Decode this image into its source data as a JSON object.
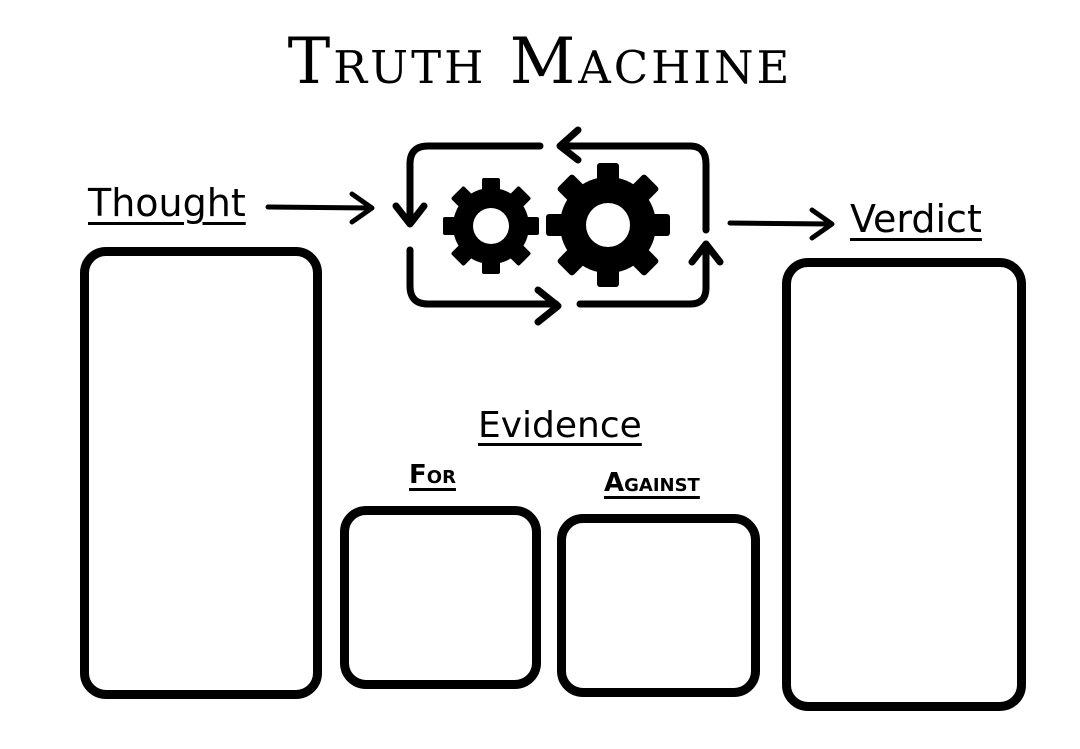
{
  "title": "Truth Machine",
  "labels": {
    "thought": "Thought",
    "verdict": "Verdict",
    "evidence": "Evidence",
    "for": "For",
    "against": "Against"
  },
  "icons": {
    "process": "gears-icon",
    "cycle": "cycle-arrows-icon"
  },
  "colors": {
    "ink": "#000000",
    "background": "#ffffff"
  }
}
